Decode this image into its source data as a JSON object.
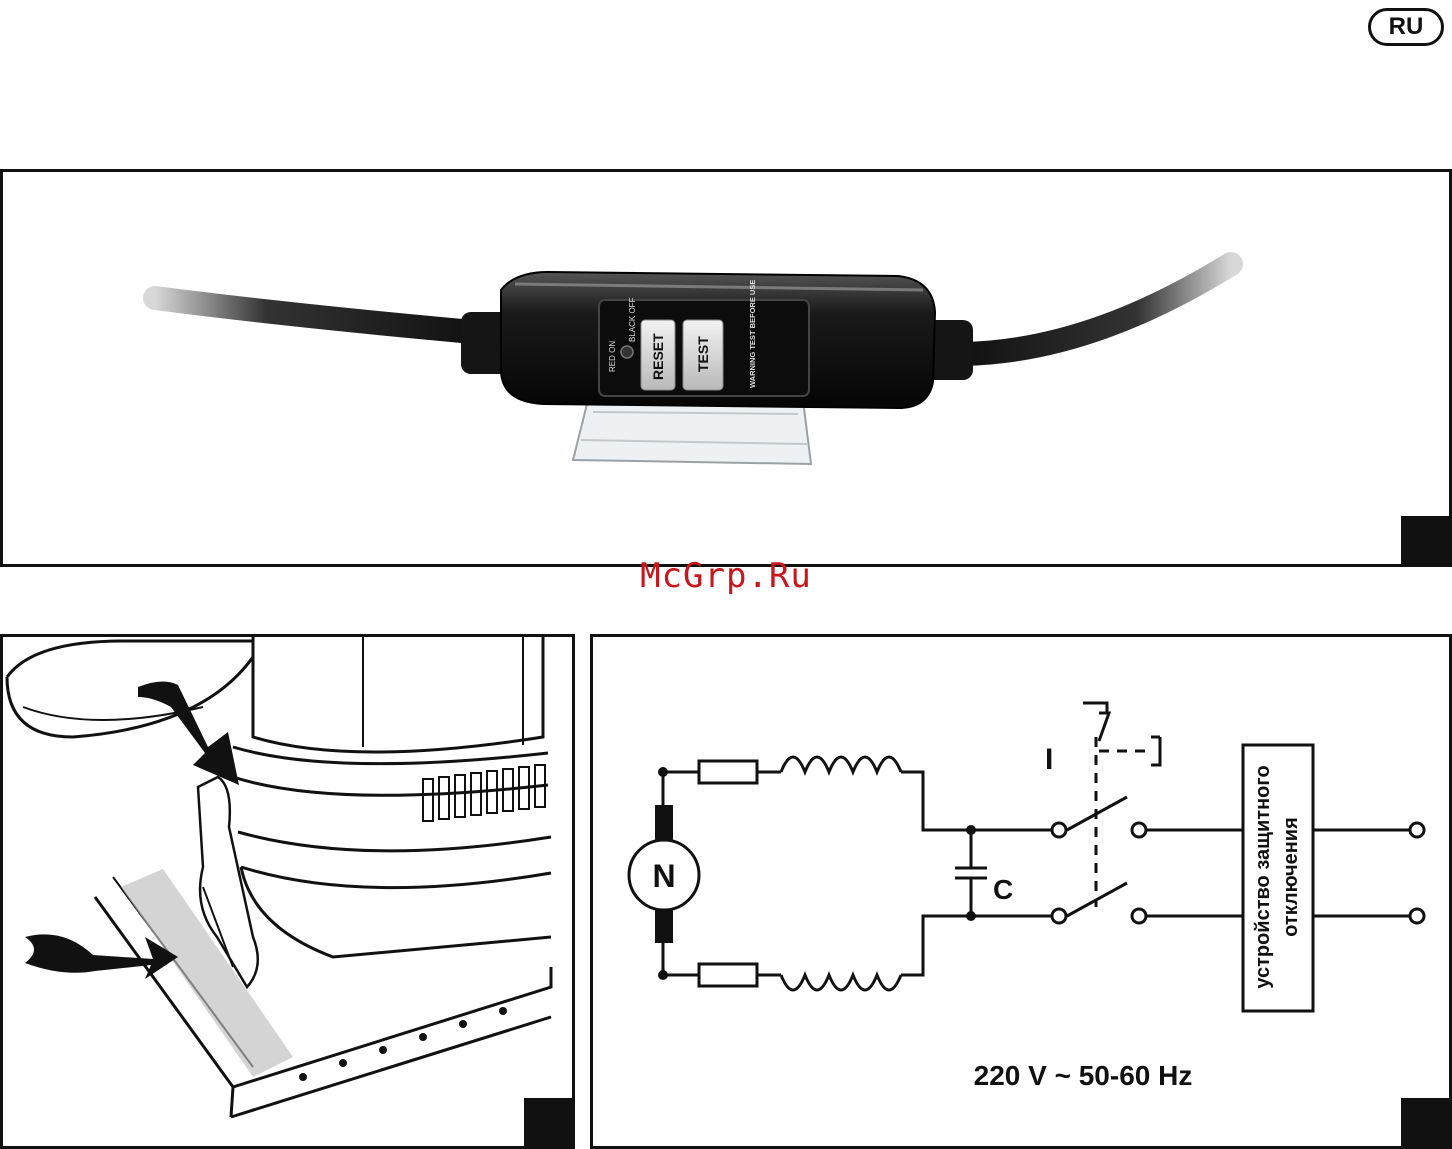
{
  "page": {
    "language_badge": "RU",
    "watermark": "McGrp.Ru"
  },
  "figure_top": {
    "device_labels": {
      "reset": "RESET",
      "test": "TEST",
      "indicator_red": "RED ON",
      "indicator_black": "BLACK OFF",
      "warning": "WARNING TEST BEFORE USE"
    }
  },
  "figure_circuit": {
    "motor_label": "N",
    "capacitor_label": "C",
    "switch_label": "I",
    "rcd_label_line1": "устройство защитного",
    "rcd_label_line2": "отключения",
    "supply_label": "220 V ~ 50-60 Hz"
  }
}
